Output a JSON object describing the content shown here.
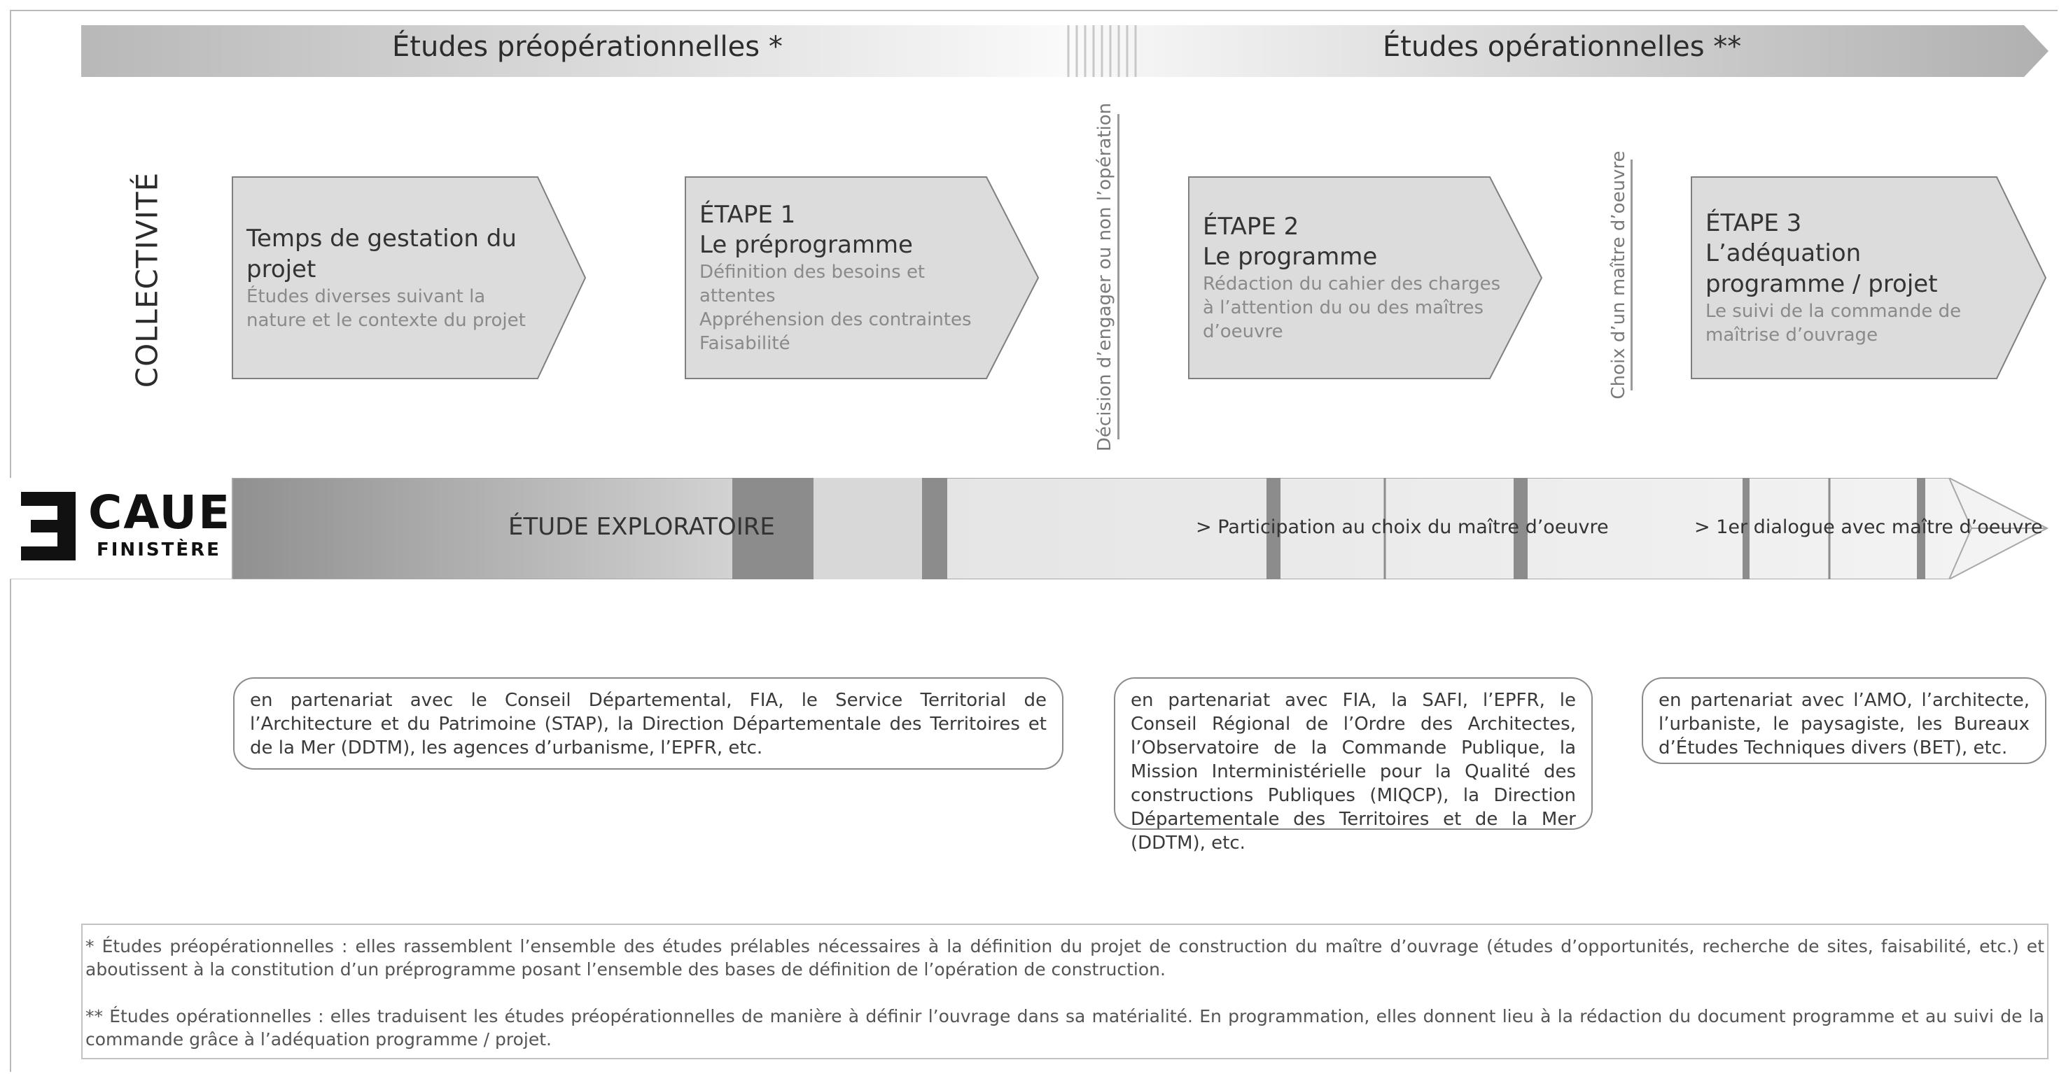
{
  "phases": {
    "preoperational": "Études préopérationnelles *",
    "operational": "Études opérationnelles **"
  },
  "actor_label": "COLLECTIVITÉ",
  "stages": [
    {
      "kicker": "",
      "title": "Temps de gestation du projet",
      "description": "Études diverses suivant la nature et le contexte du projet"
    },
    {
      "kicker": "ÉTAPE 1",
      "title": "Le préprogramme",
      "description": "Définition des besoins et attentes\nAppréhension des contraintes\nFaisabilité"
    },
    {
      "kicker": "ÉTAPE 2",
      "title": "Le programme",
      "description": "Rédaction du cahier des charges à l’attention du ou des maîtres d’oeuvre"
    },
    {
      "kicker": "ÉTAPE 3",
      "title": "L’adéquation programme / projet",
      "description": "Le suivi de la commande de maîtrise d’ouvrage"
    }
  ],
  "decisions": {
    "engage": "Décision d’engager ou non l’opération",
    "choice": "Choix d’un maître d’oeuvre"
  },
  "logo": {
    "name": "CAUE",
    "sub": "FINISTÈRE",
    "mark": "3"
  },
  "band": {
    "exploratory": "ÉTUDE EXPLORATOIRE",
    "participation": "> Participation au choix du maître d’oeuvre",
    "dialogue": "> 1er dialogue avec maître d’oeuvre"
  },
  "partners": [
    "en partenariat avec le Conseil Départemental, FIA, le Service Territorial de l’Architecture et du Patrimoine (STAP), la Direction Départementale des Territoires et de la Mer (DDTM), les agences d’urbanisme, l’EPFR, etc.",
    "en partenariat avec FIA, la SAFI, l’EPFR, le Conseil Régional de l’Ordre des Architectes, l’Observatoire de la Commande Publique, la Mission Interministérielle pour la Qualité des constructions Publiques (MIQCP), la Direction Départementale des Territoires et de la Mer (DDTM), etc.",
    "en partenariat avec l’AMO, l’architecte, l’urbaniste, le paysagiste, les Bureaux d’Études Techniques divers (BET), etc."
  ],
  "notes": [
    "* Études préopérationnelles : elles rassemblent l’ensemble des études prélables nécessaires à la définition du projet de construction du maître d’ouvrage (études d’opportunités, recherche de sites, faisabilité, etc.) et aboutissent à la constitution d’un préprogramme posant l’ensemble des bases de définition de l’opération de construction.",
    "** Études opérationnelles : elles traduisent les études préopérationnelles de manière à définir l’ouvrage dans sa matérialité. En programmation, elles donnent lieu à la rédaction du document programme et au suivi de la commande grâce à l’adéquation programme / projet."
  ],
  "colors": {
    "chevron_fill": "#dcdcdc",
    "chevron_stroke": "#7f7f7f",
    "bar_dark": "#8a8a8a",
    "bar_light": "#f5f5f5"
  }
}
